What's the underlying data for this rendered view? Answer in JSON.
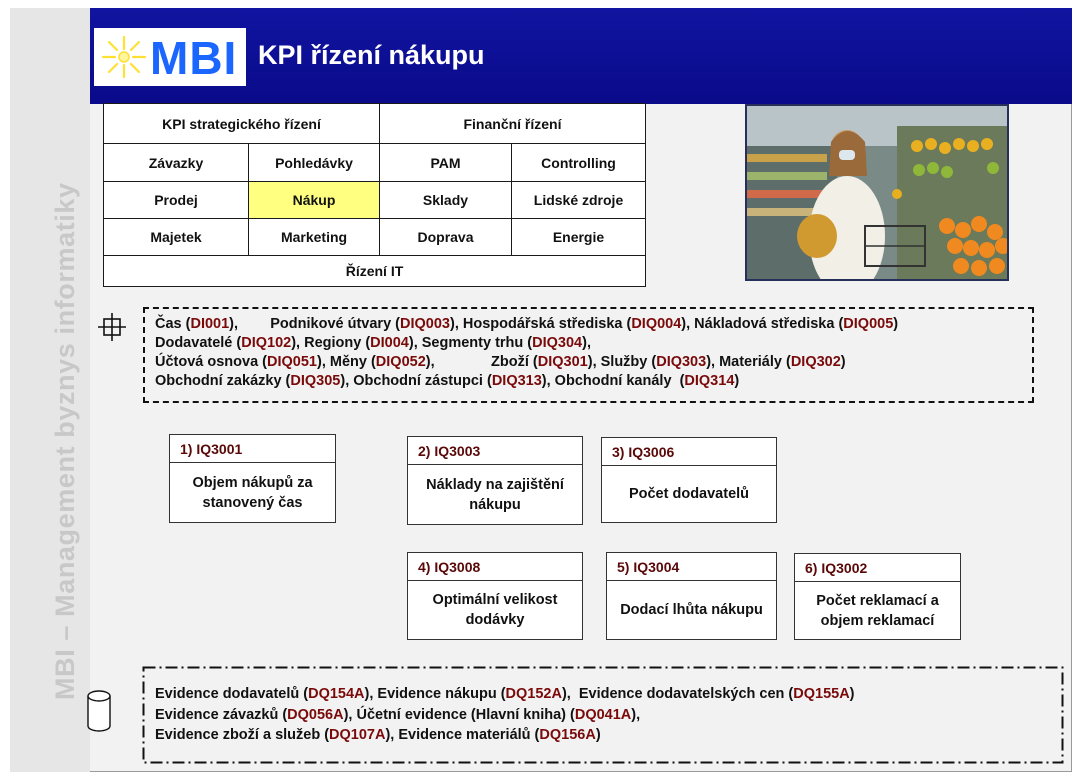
{
  "header": {
    "logo_text": "MBI",
    "title": "KPI řízení nákupu"
  },
  "sidebar": {
    "text": "MBI – Management byznys informatiky"
  },
  "menu": {
    "strategic": "KPI strategického řízení",
    "financial": "Finanční řízení",
    "cells": [
      "Závazky",
      "Pohledávky",
      "PAM",
      "Controlling",
      "Prodej",
      "Nákup",
      "Sklady",
      "Lidské zdroje",
      "Majetek",
      "Marketing",
      "Doprava",
      "Energie"
    ],
    "it": "Řízení IT",
    "active": "Nákup"
  },
  "dimensions": {
    "lines": [
      [
        {
          "t": "Čas ("
        },
        {
          "t": "DI001",
          "c": 1
        },
        {
          "t": "),        Podnikové útvary ("
        },
        {
          "t": "DIQ003",
          "c": 1
        },
        {
          "t": "), Hospodářská střediska ("
        },
        {
          "t": "DIQ004",
          "c": 1
        },
        {
          "t": "), Nákladová střediska ("
        },
        {
          "t": "DIQ005",
          "c": 1
        },
        {
          "t": ")"
        }
      ],
      [
        {
          "t": "Dodavatelé ("
        },
        {
          "t": "DIQ102",
          "c": 1
        },
        {
          "t": "), Regiony ("
        },
        {
          "t": "DI004",
          "c": 1
        },
        {
          "t": "), Segmenty trhu ("
        },
        {
          "t": "DIQ304",
          "c": 1
        },
        {
          "t": "),"
        }
      ],
      [
        {
          "t": "Účtová osnova ("
        },
        {
          "t": "DIQ051",
          "c": 1
        },
        {
          "t": "), Měny ("
        },
        {
          "t": "DIQ052",
          "c": 1
        },
        {
          "t": "),              Zboží ("
        },
        {
          "t": "DIQ301",
          "c": 1
        },
        {
          "t": "), Služby ("
        },
        {
          "t": "DIQ303",
          "c": 1
        },
        {
          "t": "), Materiály ("
        },
        {
          "t": "DIQ302",
          "c": 1
        },
        {
          "t": ")"
        }
      ],
      [
        {
          "t": "Obchodní zakázky ("
        },
        {
          "t": "DIQ305",
          "c": 1
        },
        {
          "t": "), Obchodní zástupci ("
        },
        {
          "t": "DIQ313",
          "c": 1
        },
        {
          "t": "), Obchodní kanály  ("
        },
        {
          "t": "DIQ314",
          "c": 1
        },
        {
          "t": ")"
        }
      ]
    ]
  },
  "kpis": [
    {
      "head": "1) IQ3001",
      "body": "Objem nákupů za stanovený čas"
    },
    {
      "head": "2) IQ3003",
      "body": "Náklady na zajištění nákupu"
    },
    {
      "head": "3) IQ3006",
      "body": "Počet dodavatelů"
    },
    {
      "head": "4) IQ3008",
      "body": "Optimální velikost dodávky"
    },
    {
      "head": "5) IQ3004",
      "body": "Dodací lhůta nákupu"
    },
    {
      "head": "6) IQ3002",
      "body": "Počet reklamací a objem reklamací"
    }
  ],
  "databases": {
    "lines": [
      [
        {
          "t": "Evidence dodavatelů ("
        },
        {
          "t": "DQ154A",
          "c": 1
        },
        {
          "t": "), Evidence nákupu ("
        },
        {
          "t": "DQ152A",
          "c": 1
        },
        {
          "t": "),  Evidence dodavatelských cen ("
        },
        {
          "t": "DQ155A",
          "c": 1
        },
        {
          "t": ")"
        }
      ],
      [
        {
          "t": "Evidence závazků ("
        },
        {
          "t": "DQ056A",
          "c": 1
        },
        {
          "t": "), Účetní evidence (Hlavní kniha) ("
        },
        {
          "t": "DQ041A",
          "c": 1
        },
        {
          "t": "),"
        }
      ],
      [
        {
          "t": "Evidence zboží a služeb ("
        },
        {
          "t": "DQ107A",
          "c": 1
        },
        {
          "t": "), Evidence materiálů ("
        },
        {
          "t": "DQ156A",
          "c": 1
        },
        {
          "t": ")"
        }
      ]
    ]
  },
  "colors": {
    "header_bg": "#0a0a8a",
    "logo_text": "#1a66ff",
    "logo_sun": "#ffe033",
    "active_cell": "#ffff80",
    "code": "#7a0a0a"
  }
}
